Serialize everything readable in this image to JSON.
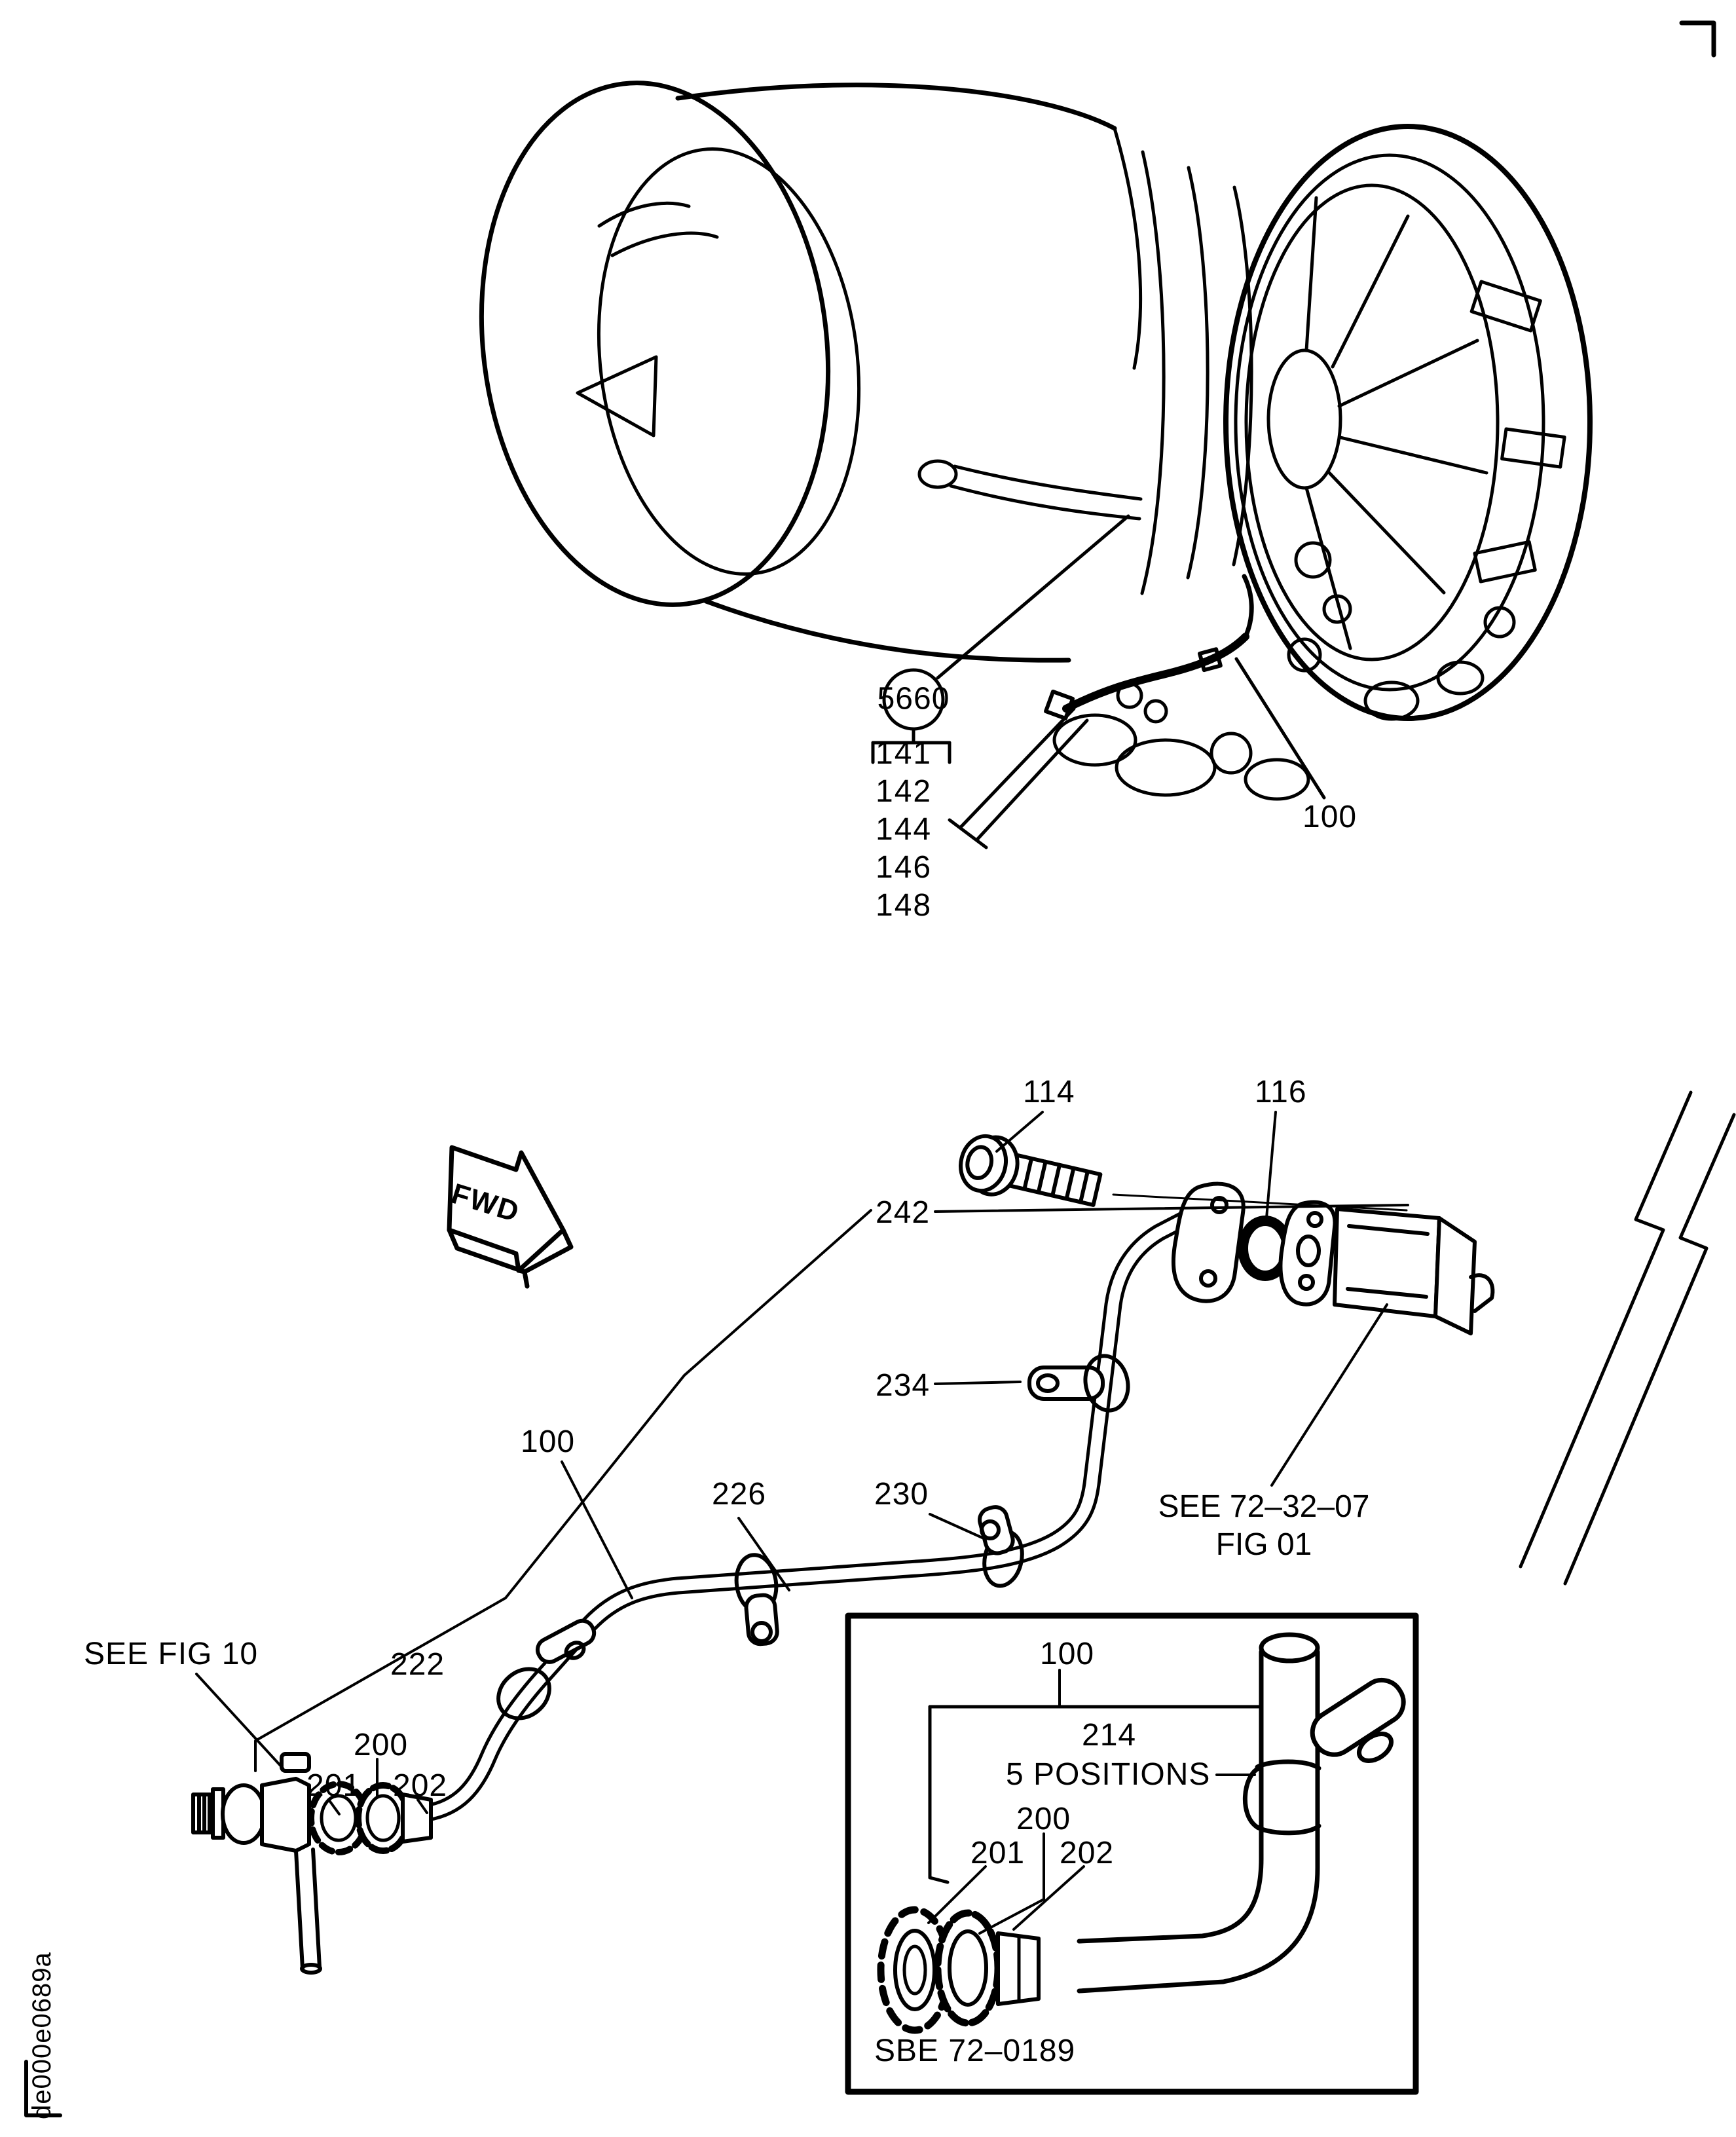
{
  "doc": {
    "code": "de000e0689a"
  },
  "top_figure": {
    "balloon": "5660",
    "callouts": [
      "141",
      "142",
      "144",
      "146",
      "148"
    ],
    "part_ref": "100"
  },
  "middle": {
    "fwd": "FWD",
    "bolt": "114",
    "oring": "116",
    "union_nut": "242",
    "clamp_234": "234",
    "clamp_230": "230",
    "clamp_226": "226",
    "clamp_222": "222",
    "tube": "100",
    "nut_200": "200",
    "ring_201": "201",
    "elbow_202": "202",
    "see_fig": "SEE FIG 10",
    "see_ref1": "SEE 72–32–07",
    "see_ref2": "FIG 01"
  },
  "inset": {
    "tube": "100",
    "clamp_214": "214",
    "positions": "5 POSITIONS",
    "nut_200": "200",
    "ring_201": "201",
    "elbow_202": "202",
    "fig_ref": "SBE 72–0189"
  }
}
